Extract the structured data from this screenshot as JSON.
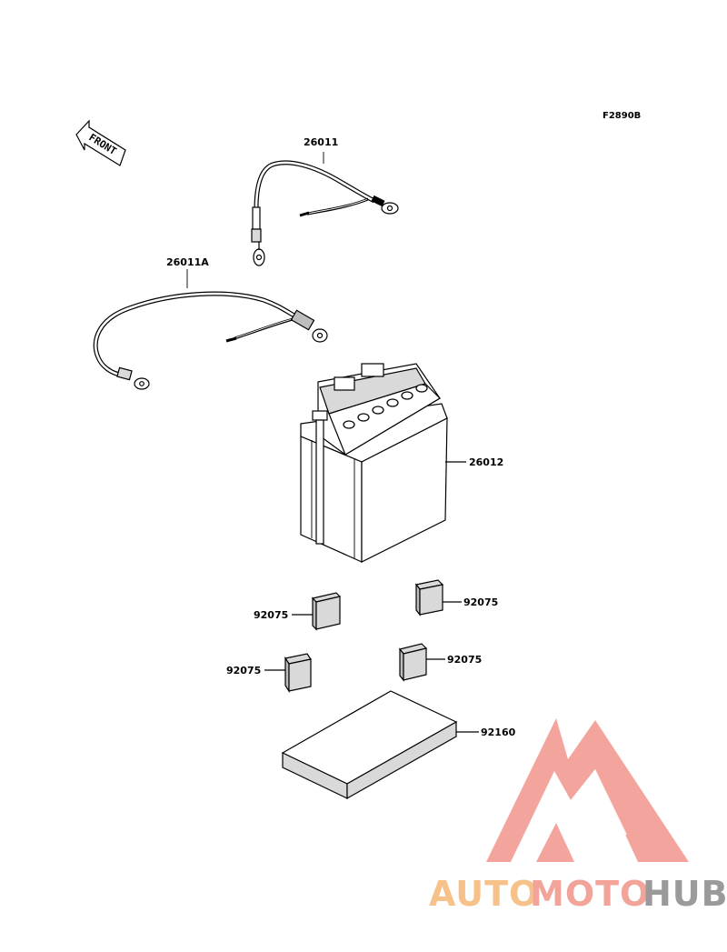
{
  "figure_code": "F2890B",
  "front_label": "FRONT",
  "parts": [
    {
      "id": "cable-positive",
      "number": "26011"
    },
    {
      "id": "cable-negative",
      "number": "26011A"
    },
    {
      "id": "battery",
      "number": "26012"
    },
    {
      "id": "pad-upper-left",
      "number": "92075"
    },
    {
      "id": "pad-upper-right",
      "number": "92075"
    },
    {
      "id": "pad-lower-left",
      "number": "92075"
    },
    {
      "id": "pad-lower-right",
      "number": "92075"
    },
    {
      "id": "mat",
      "number": "92160"
    }
  ],
  "watermark": {
    "words": [
      "AUTO",
      "MOTO",
      "HUB"
    ],
    "colors": {
      "auto": "#f6c28a",
      "moto": "#f2a49a",
      "hub": "#9a9a9a",
      "logo": "#f2958b"
    }
  }
}
